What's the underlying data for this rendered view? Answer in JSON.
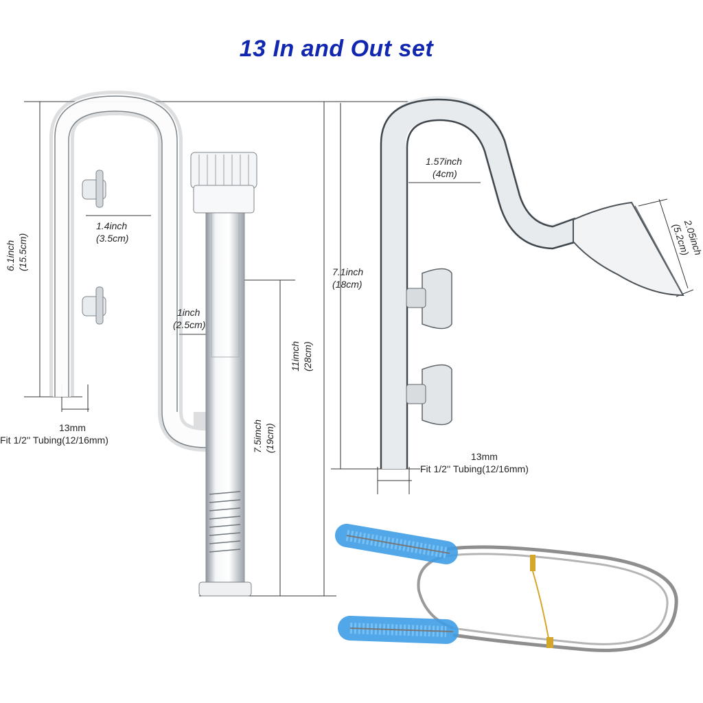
{
  "title": "13 In and Out set",
  "colors": {
    "title": "#1227b0",
    "dimension_line": "#333333",
    "glass": "#9aa0a6",
    "brush": "#3f9ee6",
    "wire": "#8e8e8e",
    "band": "#d4a62a"
  },
  "inflow_pipe": {
    "height_in": "6.1inch",
    "height_cm": "(15.5cm)",
    "gap_in": "1.4inch",
    "gap_cm": "(3.5cm)",
    "neck_in": "1inch",
    "neck_cm": "(2.5cm)",
    "total_in": "11imch",
    "total_cm": "(28cm)",
    "lower_in": "7.5imch",
    "lower_cm": "(19cm)",
    "tube_mm": "13mm",
    "tubing_fit": "Fit 1/2'' Tubing(12/16mm)"
  },
  "outflow_pipe": {
    "height_in": "7.1inch",
    "height_cm": "(18cm)",
    "gap_in": "1.57inch",
    "gap_cm": "(4cm)",
    "mouth_in": "2.05inch",
    "mouth_cm": "(5.2cm)",
    "tube_mm": "13mm",
    "tubing_fit": "Fit 1/2'' Tubing(12/16mm)"
  },
  "brush": {
    "icon": "double-ended-cleaning-brush"
  }
}
